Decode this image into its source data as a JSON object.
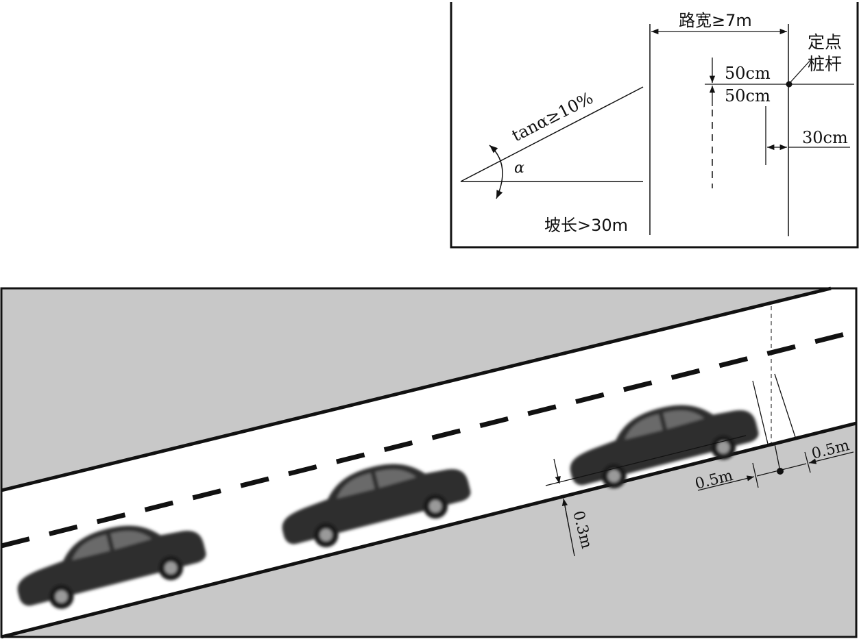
{
  "top_diagram": {
    "slope_label": "tanα≥10%",
    "angle_label": "α",
    "slope_length_label": "坡长>30m",
    "road_width_label": "路宽≥7m",
    "fixed_point_label_line1": "定点",
    "fixed_point_label_line2": "桩杆",
    "upper_offset_label": "50cm",
    "lower_offset_label": "50cm",
    "side_offset_label": "30cm"
  },
  "bottom_diagram": {
    "road_fill_color": "#ffffff",
    "shoulder_fill_color": "#c8c8c8",
    "car_color": "#2b2b2b",
    "car_count": 3,
    "dim_curb_clearance": "0.3m",
    "dim_before_point": "0.5m",
    "dim_after_point": "0.5m"
  }
}
